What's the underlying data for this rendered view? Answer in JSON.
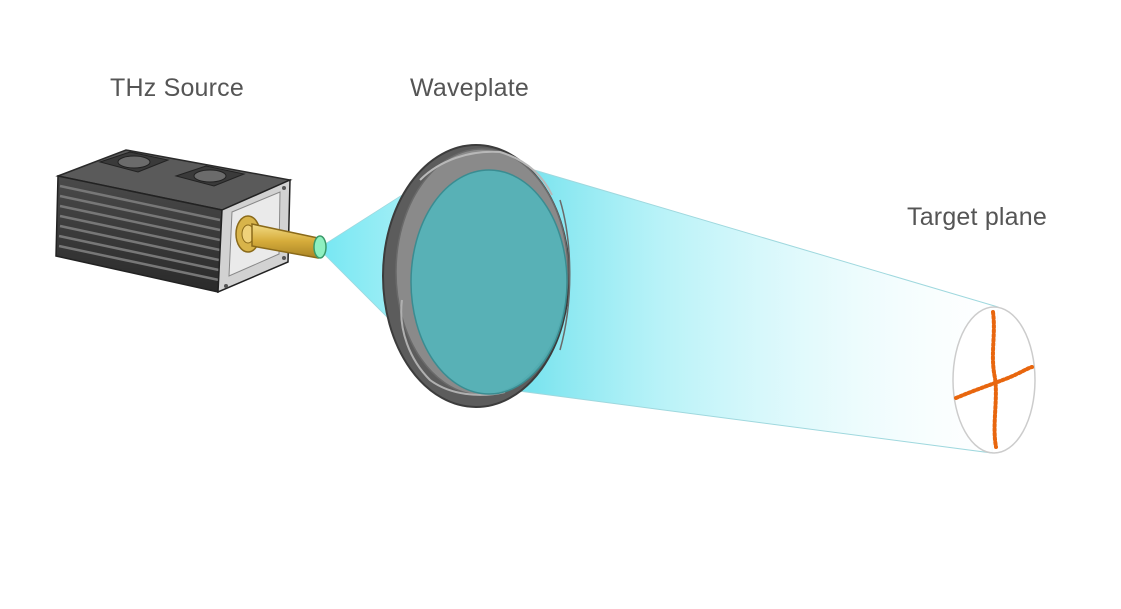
{
  "diagram": {
    "labels": {
      "source": "THz Source",
      "waveplate": "Waveplate",
      "target": "Target plane"
    },
    "colors": {
      "beam": "#6fe6f2",
      "source_body": "#3a3a3a",
      "source_front_panel": "#c9c9c9",
      "connector": "#d8b44a",
      "waveplate_rim": "#8a8a8a",
      "waveplate_face": "#4fb7bd",
      "crosshair": "#e8660e"
    }
  }
}
